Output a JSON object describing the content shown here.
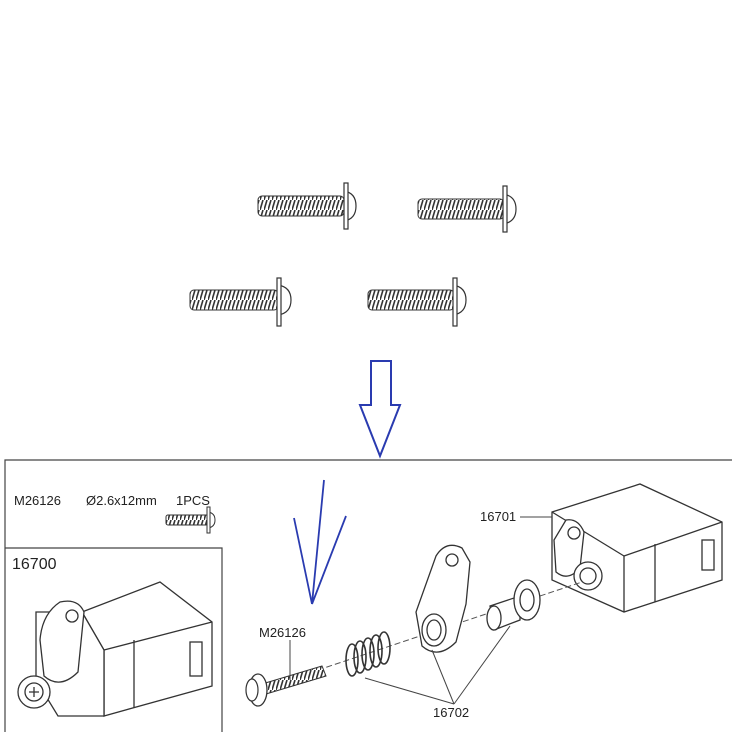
{
  "parts_box": {
    "part_no": "M26126",
    "size": "Ø2.6x12mm",
    "qty": "1PCS"
  },
  "inset": {
    "title": "16700"
  },
  "exploded": {
    "servo_label": "16701",
    "screw_label": "M26126",
    "hardware_label": "16702"
  },
  "colors": {
    "line": "#222222",
    "arrow": "#2a3bb0",
    "screw_thread": "#3a3a3a"
  }
}
